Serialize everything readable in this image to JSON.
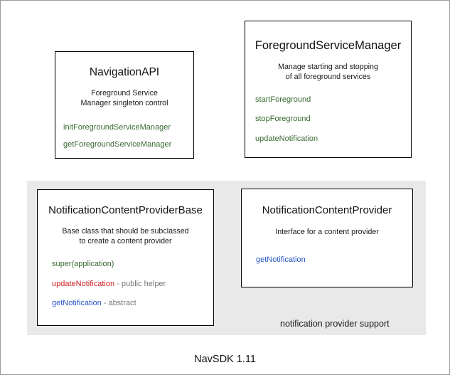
{
  "diagram": {
    "footer_label": "NavSDK 1.11",
    "region": {
      "label": "notification provider support",
      "color": "#e9e9e9"
    },
    "colors": {
      "green": "#3a6b33",
      "red": "#cc2127",
      "blue": "#2a56c6",
      "note_gray": "#777777",
      "border": "#000000",
      "background": "#ffffff"
    },
    "boxes": [
      {
        "id": "navigation-api",
        "title": "NavigationAPI",
        "description_lines": [
          "Foreground Service",
          "Manager singleton control"
        ],
        "methods": [
          {
            "name": "initForegroundServiceManager",
            "color": "green",
            "note": ""
          },
          {
            "name": "getForegroundServiceManager",
            "color": "green",
            "note": ""
          }
        ]
      },
      {
        "id": "foreground-service-manager",
        "title": "ForegroundServiceManager",
        "description_lines": [
          "Manage starting and stopping",
          "of all foreground services"
        ],
        "methods": [
          {
            "name": "startForeground",
            "color": "green",
            "note": ""
          },
          {
            "name": "stopForeground",
            "color": "green",
            "note": ""
          },
          {
            "name": "updateNotification",
            "color": "green",
            "note": ""
          }
        ]
      },
      {
        "id": "notification-content-provider-base",
        "title": "NotificationContentProviderBase",
        "description_lines": [
          "Base class that should be subclassed",
          "to create a content provider"
        ],
        "methods": [
          {
            "name": "super(application)",
            "color": "green",
            "note": ""
          },
          {
            "name": "updateNotification",
            "color": "red",
            "note": " - public helper"
          },
          {
            "name": "getNotification",
            "color": "blue",
            "note": " - abstract"
          }
        ]
      },
      {
        "id": "notification-content-provider",
        "title": "NotificationContentProvider",
        "description_lines": [
          "Interface for a content provider"
        ],
        "methods": [
          {
            "name": "getNotification",
            "color": "blue",
            "note": ""
          }
        ]
      }
    ]
  }
}
